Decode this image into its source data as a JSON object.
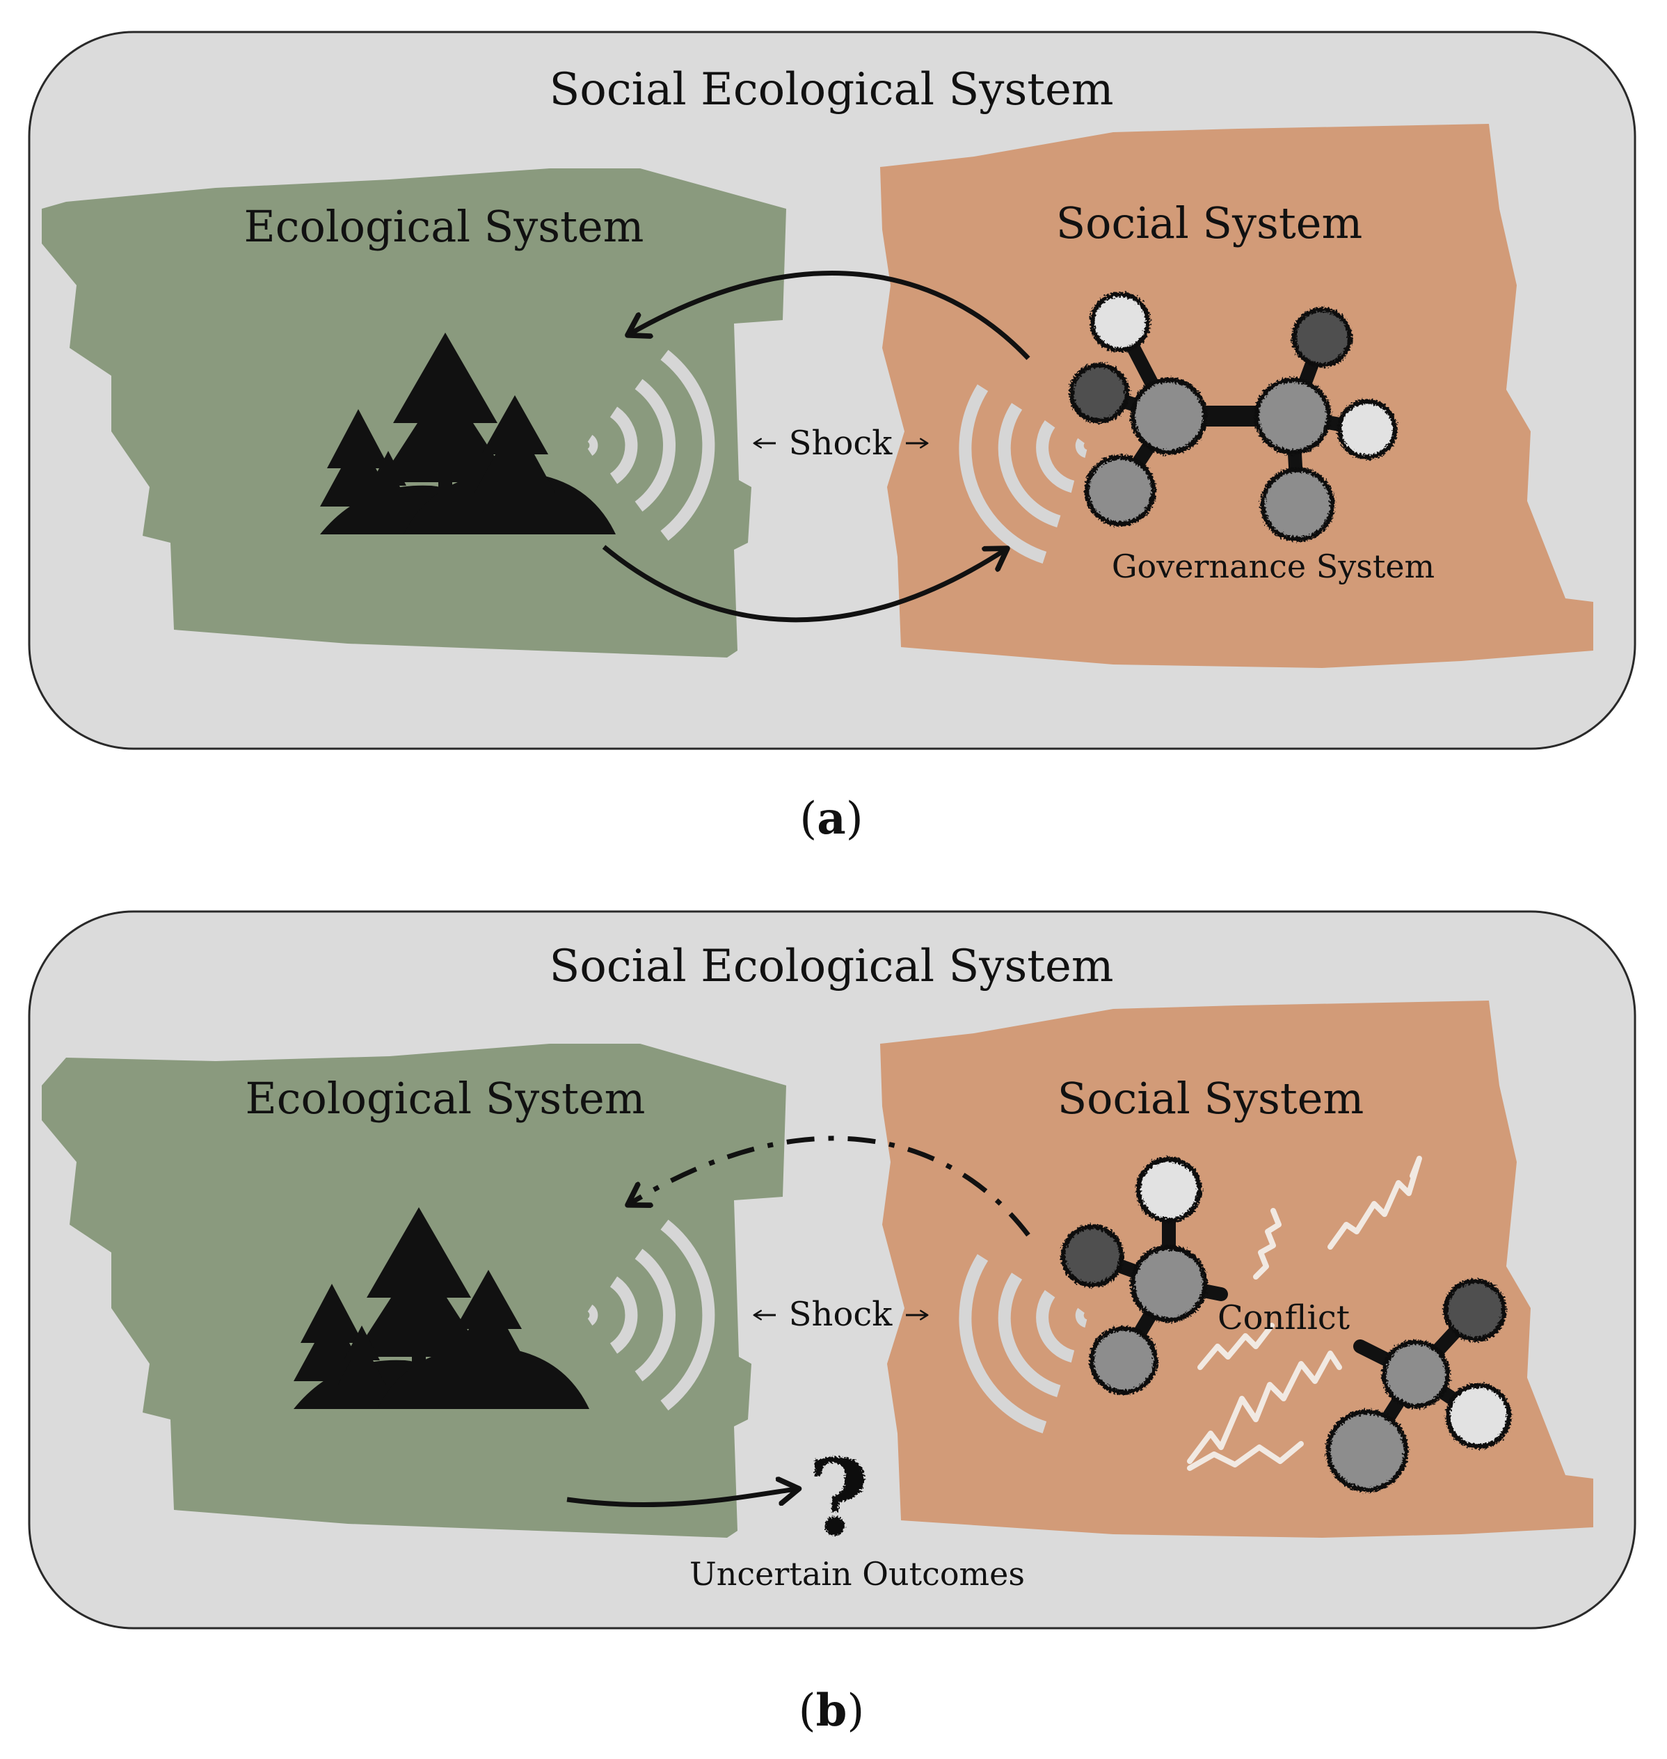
{
  "panels": [
    {
      "title": "Social Ecological System",
      "ecological_label": "Ecological System",
      "social_label": "Social System",
      "shock_label": "Shock",
      "governance_label": "Governance System",
      "caption_open": "(",
      "caption_letter": "a",
      "caption_close": ")"
    },
    {
      "title": "Social Ecological System",
      "ecological_label": "Ecological System",
      "social_label": "Social System",
      "shock_label": "Shock",
      "conflict_label": "Conflict",
      "question_mark": "?",
      "uncertain_label": "Uncertain Outcomes",
      "caption_open": "(",
      "caption_letter": "b",
      "caption_close": ")"
    }
  ],
  "colors": {
    "frame_fill": "#dbdbdb",
    "frame_stroke": "#2a2a2a",
    "ecological": "#8a9a7e",
    "social": "#d29b78",
    "signal_waves": "#d6d6d6",
    "node_light": "#e2e2e2",
    "node_mid": "#8d8d8d",
    "node_dark": "#505050",
    "ink": "#111111",
    "scribble": "#f1e9e2"
  },
  "icons": [
    "forest-icon",
    "shock-wave-icon",
    "governance-network-icon",
    "conflict-scribble-icon"
  ]
}
